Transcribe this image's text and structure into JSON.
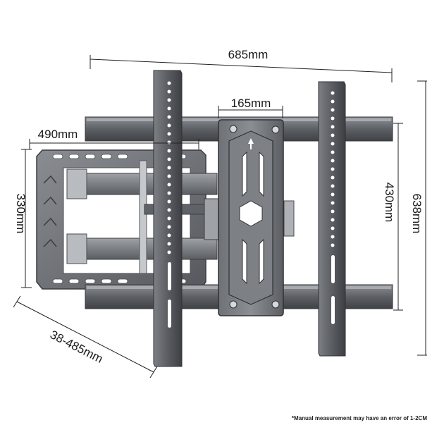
{
  "dimensions": {
    "width": "685mm",
    "height": "638mm",
    "spacing_horizontal": "165mm",
    "spacing_vertical": "430mm",
    "wall_plate_width": "490mm",
    "wall_plate_height": "330mm",
    "extension": "38-485mm"
  },
  "note": "*Manual measurement may have an error of 1-2CM",
  "colors": {
    "metal_dark": "#4a4c50",
    "metal_mid": "#6b6e73",
    "metal_light": "#9a9da2",
    "dimension_line": "#222222"
  }
}
